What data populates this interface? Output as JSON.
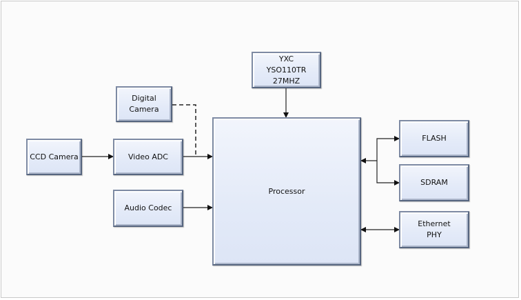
{
  "diagram": {
    "blocks": {
      "oscillator": "YXC\nYSO110TR\n27MHZ",
      "digital_camera": "Digital\nCamera",
      "ccd_camera": "CCD Camera",
      "video_adc": "Video ADC",
      "audio_codec": "Audio Codec",
      "processor": "Processor",
      "flash": "FLASH",
      "sdram": "SDRAM",
      "ethernet_phy": "Ethernet\nPHY"
    },
    "connections": [
      {
        "from": "oscillator",
        "to": "processor",
        "style": "solid",
        "direction": "one-way"
      },
      {
        "from": "ccd_camera",
        "to": "video_adc",
        "style": "solid",
        "direction": "one-way"
      },
      {
        "from": "video_adc",
        "to": "processor",
        "style": "solid",
        "direction": "one-way"
      },
      {
        "from": "digital_camera",
        "to": "processor",
        "style": "dashed",
        "direction": "one-way"
      },
      {
        "from": "audio_codec",
        "to": "processor",
        "style": "solid",
        "direction": "one-way"
      },
      {
        "from": "processor",
        "to": "flash",
        "style": "solid",
        "direction": "bidirectional"
      },
      {
        "from": "processor",
        "to": "sdram",
        "style": "solid",
        "direction": "bidirectional"
      },
      {
        "from": "processor",
        "to": "ethernet_phy",
        "style": "solid",
        "direction": "bidirectional"
      }
    ],
    "colors": {
      "block_fill": "#e3eaf8",
      "block_border": "#56657f",
      "wire": "#1a1a1a"
    }
  }
}
